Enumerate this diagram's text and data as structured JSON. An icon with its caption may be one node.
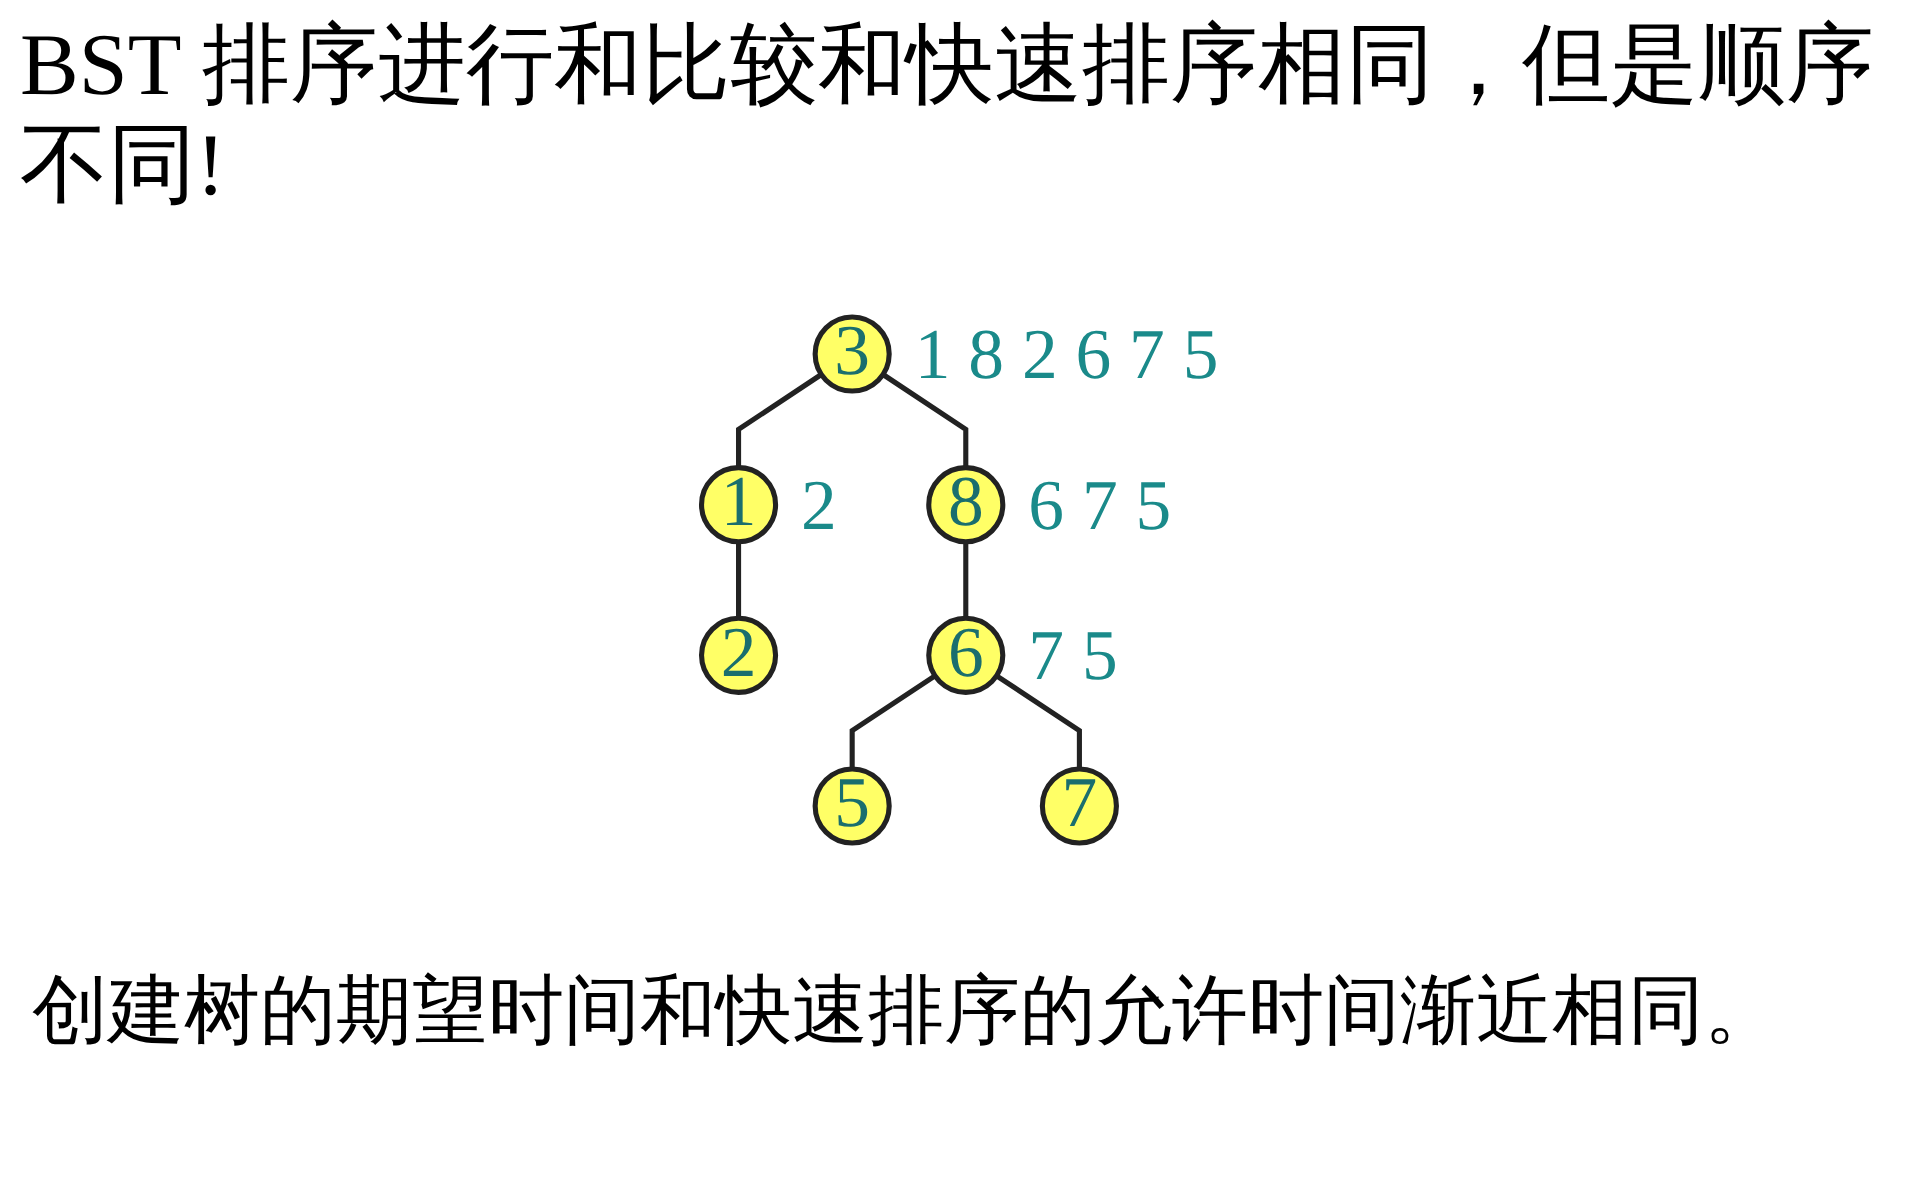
{
  "diagram": {
    "title": "BST 排序进行和比较和快速排序相同，但是顺序不同!",
    "caption": "创建树的期望时间和快速排序的允许时间渐近相同。",
    "nodes": [
      {
        "text": [
          "3"
        ],
        "beside": [
          "1 8 2 6 7 5"
        ]
      },
      {
        "text": [
          "1"
        ],
        "beside": [
          "2"
        ]
      },
      {
        "text": [
          "8"
        ],
        "beside": [
          "6 7 5"
        ]
      },
      {
        "text": [
          "2"
        ]
      },
      {
        "text": [
          "6"
        ],
        "beside": [
          "7 5"
        ]
      },
      {
        "text": [
          "5"
        ]
      },
      {
        "text": [
          "7"
        ]
      }
    ],
    "edges": [
      {
        "from": 0,
        "to": 1,
        "arrow": "none"
      },
      {
        "from": 0,
        "to": 2,
        "arrow": "none"
      },
      {
        "from": 1,
        "to": 3,
        "arrow": "none"
      },
      {
        "from": 2,
        "to": 4,
        "arrow": "none"
      },
      {
        "from": 4,
        "to": 5,
        "arrow": "none"
      },
      {
        "from": 4,
        "to": 6,
        "arrow": "none"
      }
    ]
  }
}
